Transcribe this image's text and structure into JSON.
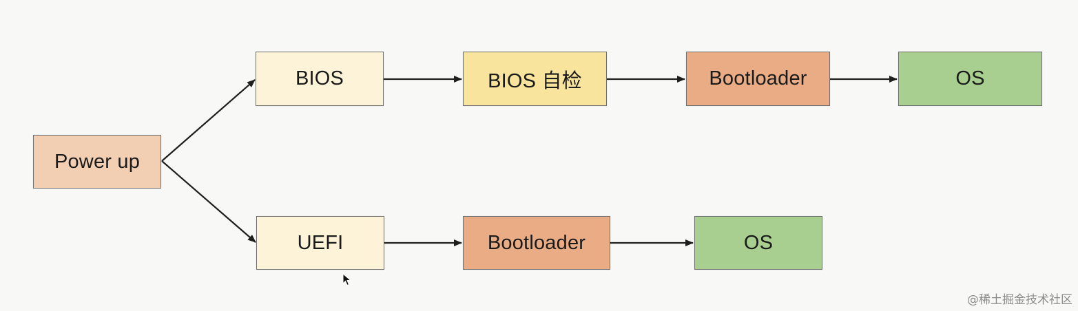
{
  "diagram": {
    "nodes": {
      "power_up": {
        "label": "Power up",
        "fill": "#f2cfb3"
      },
      "bios": {
        "label": "BIOS",
        "fill": "#fcf3d8"
      },
      "bios_post": {
        "label": "BIOS 自检",
        "fill": "#f8e49c"
      },
      "bios_bootloader": {
        "label": "Bootloader",
        "fill": "#e9ac84"
      },
      "bios_os": {
        "label": "OS",
        "fill": "#a8cf90"
      },
      "uefi": {
        "label": "UEFI",
        "fill": "#fcf3d8"
      },
      "uefi_bootloader": {
        "label": "Bootloader",
        "fill": "#e9ac84"
      },
      "uefi_os": {
        "label": "OS",
        "fill": "#a8cf90"
      }
    },
    "edges": [
      [
        "power_up",
        "bios"
      ],
      [
        "power_up",
        "uefi"
      ],
      [
        "bios",
        "bios_post"
      ],
      [
        "bios_post",
        "bios_bootloader"
      ],
      [
        "bios_bootloader",
        "bios_os"
      ],
      [
        "uefi",
        "uefi_bootloader"
      ],
      [
        "uefi_bootloader",
        "uefi_os"
      ]
    ]
  },
  "watermark": "@稀土掘金技术社区"
}
